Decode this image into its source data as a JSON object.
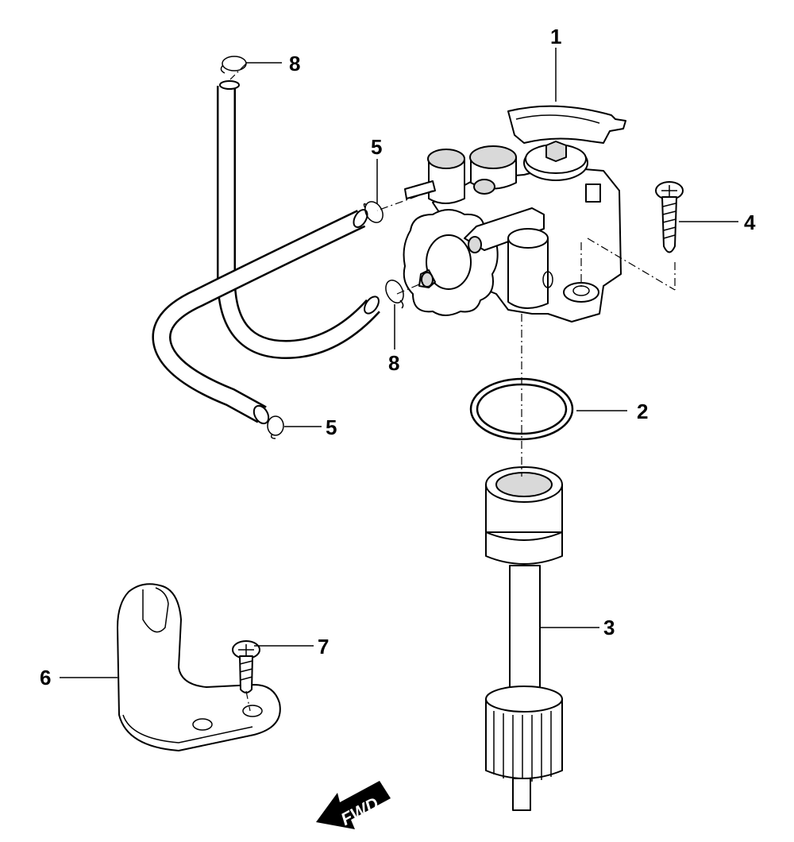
{
  "callouts": [
    {
      "id": "1",
      "label": "1"
    },
    {
      "id": "2",
      "label": "2"
    },
    {
      "id": "3",
      "label": "3"
    },
    {
      "id": "4",
      "label": "4"
    },
    {
      "id": "5a",
      "label": "5"
    },
    {
      "id": "5b",
      "label": "5"
    },
    {
      "id": "6",
      "label": "6"
    },
    {
      "id": "7",
      "label": "7"
    },
    {
      "id": "8a",
      "label": "8"
    },
    {
      "id": "8b",
      "label": "8"
    }
  ],
  "direction_arrow": {
    "label": "FWD",
    "icon": "fwd-arrow-icon"
  }
}
